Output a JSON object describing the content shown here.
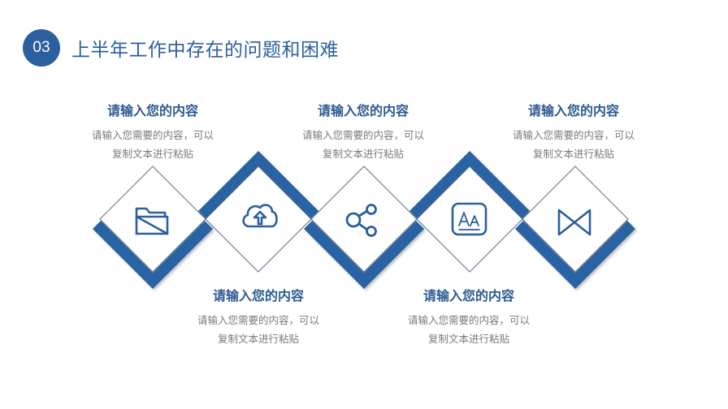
{
  "header": {
    "number": "03",
    "title": "上半年工作中存在的问题和困难"
  },
  "colors": {
    "accent": "#2b64a3",
    "outline": "#5f6f85",
    "heading": "#2d5b8f",
    "body_text": "#7a7a7a"
  },
  "items": [
    {
      "icon": "folder-icon",
      "position": "top",
      "heading": "请输入您的内容",
      "line1": "请输入您需要的内容，可以",
      "line2": "复制文本进行粘贴"
    },
    {
      "icon": "cloud-upload-icon",
      "position": "bottom",
      "heading": "请输入您的内容",
      "line1": "请输入您需要的内容，可以",
      "line2": "复制文本进行粘贴"
    },
    {
      "icon": "share-icon",
      "position": "top",
      "heading": "请输入您的内容",
      "line1": "请输入您需要的内容，可以",
      "line2": "复制文本进行粘贴"
    },
    {
      "icon": "font-aa-icon",
      "position": "bottom",
      "heading": "请输入您的内容",
      "line1": "请输入您需要的内容，可以",
      "line2": "复制文本进行粘贴"
    },
    {
      "icon": "bowtie-icon",
      "position": "top",
      "heading": "请输入您的内容",
      "line1": "请输入您需要的内容，可以",
      "line2": "复制文本进行粘贴"
    }
  ]
}
